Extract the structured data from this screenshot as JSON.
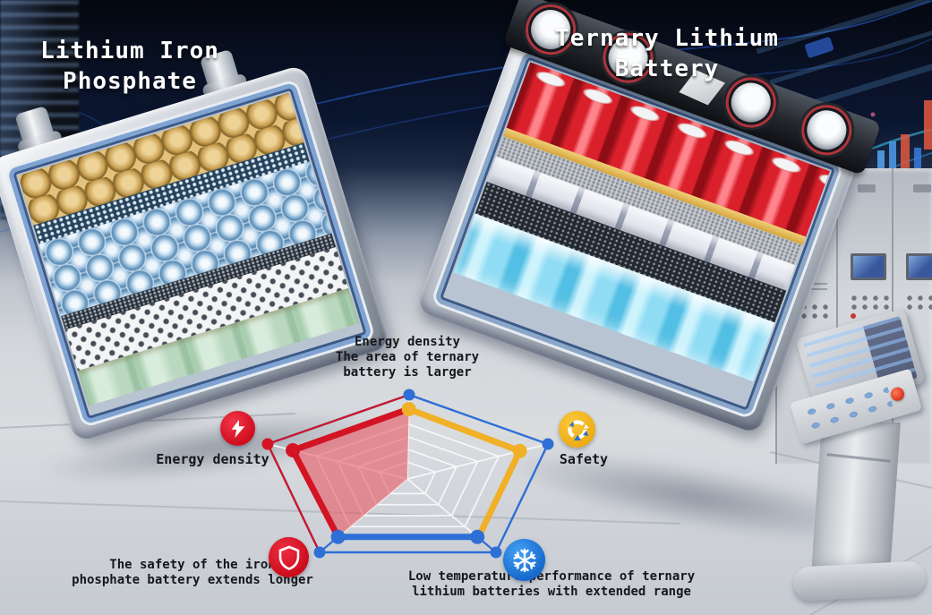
{
  "titles": {
    "left": "Lithium Iron\nPhosphate",
    "right": "Ternary Lithium\nBattery"
  },
  "radar": {
    "annotation_top": "Energy density\nThe area of ternary\nbattery is larger",
    "label_left": "Energy density",
    "label_right": "Safety",
    "annotation_bottom_left": "The safety of the iron\nphosphate battery extends longer",
    "annotation_bottom_right": "Low temperature performance of ternary\nlithium batteries with extended range",
    "icons": [
      "lightning-icon",
      "circular-arrows-icon",
      "shield-icon",
      "snowflake-icon"
    ],
    "colors": {
      "red": "#d31424",
      "red_fill": "rgba(233,85,95,0.58)",
      "blue": "#2e6fd6",
      "yellow": "#f0b028",
      "grid": "#f8f9fb"
    }
  },
  "chart_data": {
    "type": "radar",
    "axes": [
      "top",
      "right",
      "bottom-right",
      "bottom-left",
      "left"
    ],
    "axis_labels": {
      "left": "Energy density",
      "right": "Safety"
    },
    "grid_levels": [
      0.2,
      0.35,
      0.5,
      0.65,
      0.8
    ],
    "series": [
      {
        "name": "Ternary lithium outer outline",
        "color": "blue",
        "style": "outline-closed",
        "values": [
          1,
          1,
          1,
          1,
          1
        ]
      },
      {
        "name": "Iron phosphate filled area",
        "color": "red",
        "style": "filled-area",
        "points": [
          [
            0,
            0.83
          ],
          [
            4,
            0.82
          ],
          [
            3,
            0.79
          ]
        ]
      },
      {
        "name": "Ternary lithium accent line",
        "color": "yellow",
        "style": "thick-line",
        "points": [
          [
            0,
            0.83
          ],
          [
            1,
            0.8
          ],
          [
            2,
            0.8
          ]
        ]
      },
      {
        "name": "Ternary lithium bottom line",
        "color": "blue",
        "style": "thick-line",
        "points": [
          [
            3,
            0.79
          ],
          [
            2,
            0.79
          ]
        ]
      }
    ],
    "legend": "none",
    "grid": "pentagon web, white"
  }
}
